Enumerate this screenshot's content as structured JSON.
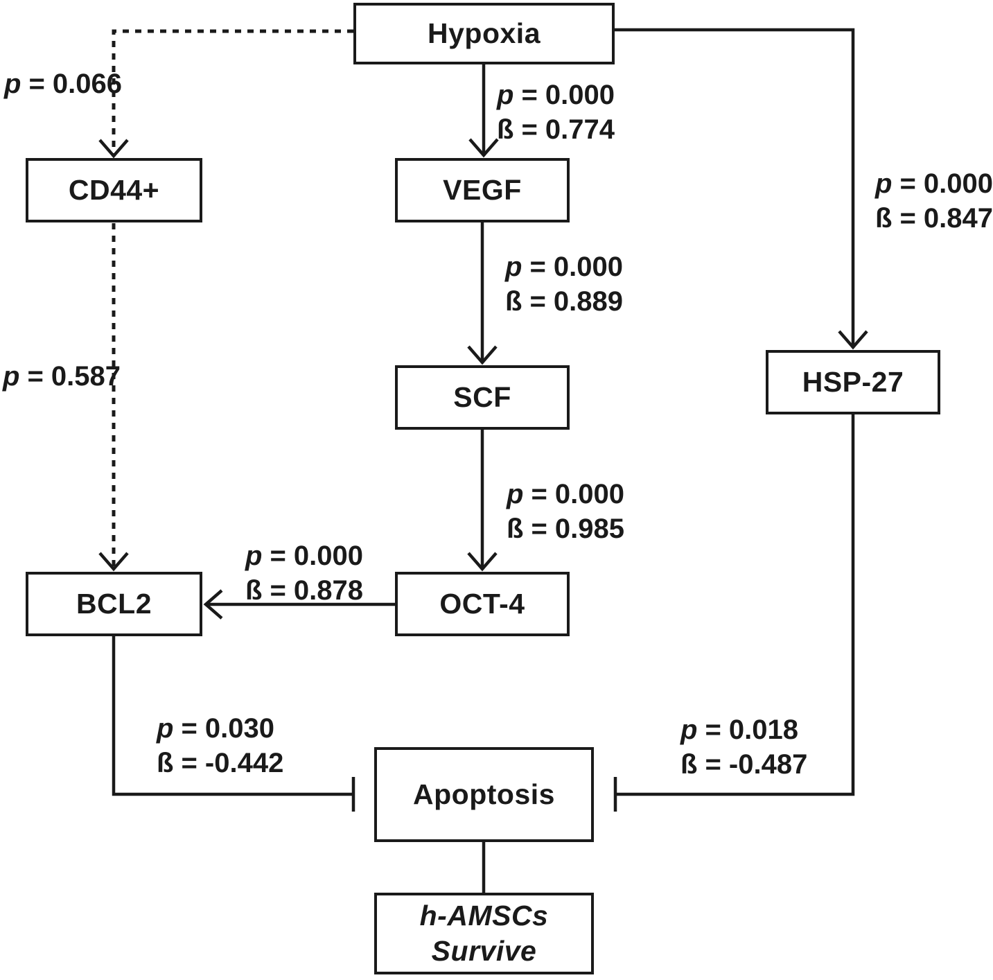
{
  "colors": {
    "ink": "#1a1a1a",
    "background": "#ffffff"
  },
  "nodes": {
    "hypoxia": {
      "label": "Hypoxia"
    },
    "cd44": {
      "label": "CD44+"
    },
    "vegf": {
      "label": "VEGF"
    },
    "hsp27": {
      "label": "HSP-27"
    },
    "scf": {
      "label": "SCF"
    },
    "oct4": {
      "label": "OCT-4"
    },
    "bcl2": {
      "label": "BCL2"
    },
    "apoptosis": {
      "label": "Apoptosis"
    },
    "survive": {
      "line1": "h-AMSCs",
      "line2": "Survive"
    }
  },
  "edges": {
    "hypoxia_cd44": {
      "from": "Hypoxia",
      "to": "CD44+",
      "style": "dashed",
      "terminal": "arrow",
      "p_sym": "p",
      "p_rest": "= 0.066"
    },
    "cd44_bcl2": {
      "from": "CD44+",
      "to": "BCL2",
      "style": "dashed",
      "terminal": "arrow",
      "p_sym": "p",
      "p_rest": "= 0.587"
    },
    "hypoxia_vegf": {
      "from": "Hypoxia",
      "to": "VEGF",
      "style": "solid",
      "terminal": "arrow",
      "p_sym": "p",
      "p_rest": "= 0.000",
      "b_sym": "ß",
      "b_rest": "= 0.774"
    },
    "hypoxia_hsp27": {
      "from": "Hypoxia",
      "to": "HSP-27",
      "style": "solid",
      "terminal": "arrow",
      "p_sym": "p",
      "p_rest": "= 0.000",
      "b_sym": "ß",
      "b_rest": "= 0.847"
    },
    "vegf_scf": {
      "from": "VEGF",
      "to": "SCF",
      "style": "solid",
      "terminal": "arrow",
      "p_sym": "p",
      "p_rest": "= 0.000",
      "b_sym": "ß",
      "b_rest": "= 0.889"
    },
    "scf_oct4": {
      "from": "SCF",
      "to": "OCT-4",
      "style": "solid",
      "terminal": "arrow",
      "p_sym": "p",
      "p_rest": "= 0.000",
      "b_sym": "ß",
      "b_rest": "= 0.985"
    },
    "oct4_bcl2": {
      "from": "OCT-4",
      "to": "BCL2",
      "style": "solid",
      "terminal": "arrow",
      "p_sym": "p",
      "p_rest": "= 0.000",
      "b_sym": "ß",
      "b_rest": "= 0.878"
    },
    "bcl2_apoptosis": {
      "from": "BCL2",
      "to": "Apoptosis",
      "style": "solid",
      "terminal": "inhibition",
      "p_sym": "p",
      "p_rest": "= 0.030",
      "b_sym": "ß",
      "b_rest": "= -0.442"
    },
    "hsp27_apoptosis": {
      "from": "HSP-27",
      "to": "Apoptosis",
      "style": "solid",
      "terminal": "inhibition",
      "p_sym": "p",
      "p_rest": "= 0.018",
      "b_sym": "ß",
      "b_rest": "= -0.487"
    },
    "apoptosis_survive": {
      "from": "Apoptosis",
      "to": "h-AMSCs Survive",
      "style": "solid",
      "terminal": "plain"
    }
  }
}
